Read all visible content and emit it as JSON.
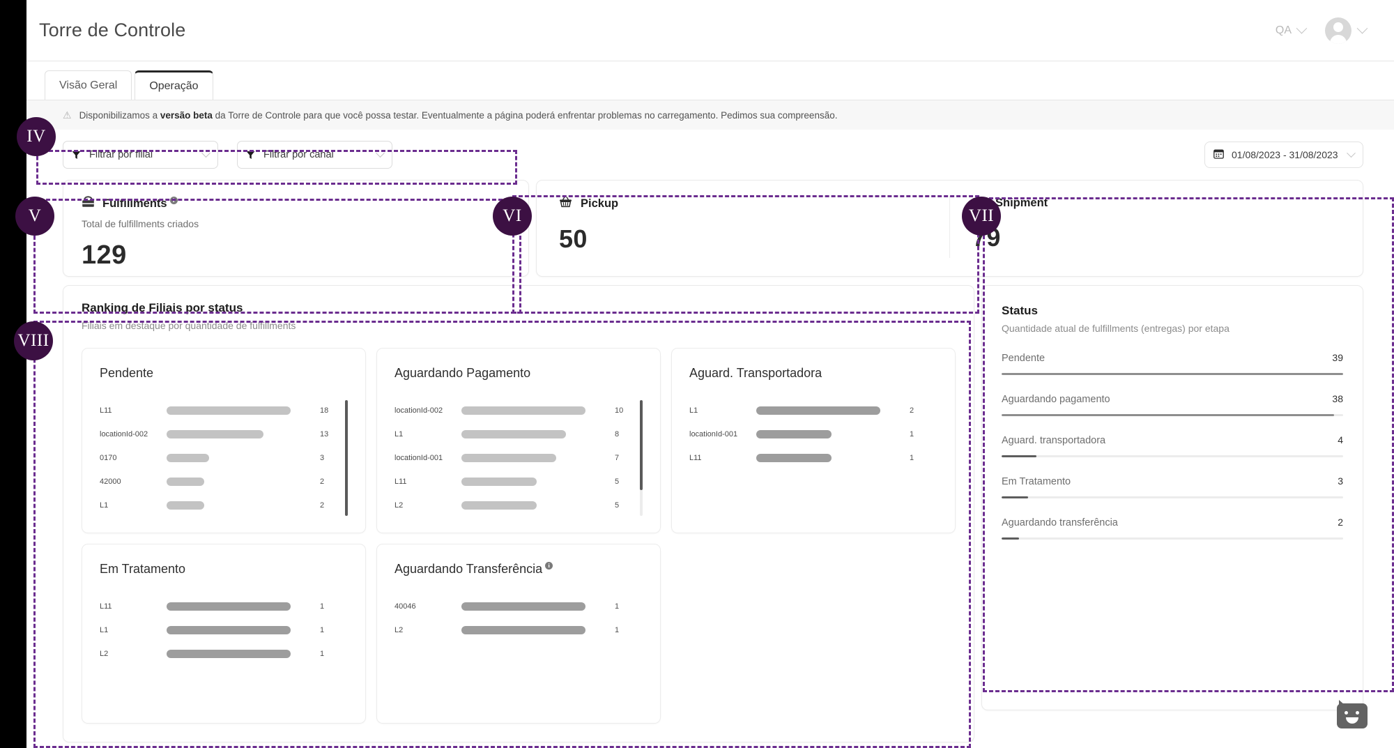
{
  "header": {
    "title": "Torre de Controle",
    "account_label": "QA"
  },
  "tabs": [
    {
      "label": "Visão Geral",
      "active": false
    },
    {
      "label": "Operação",
      "active": true
    }
  ],
  "banner": {
    "prefix": "Disponibilizamos a ",
    "bold": "versão beta",
    "suffix": " da Torre de Controle para que você possa testar. Eventualmente a página poderá enfrentar problemas no carregamento. Pedimos sua compreensão."
  },
  "filters": {
    "branch": "Filtrar por filial",
    "channel": "Filtrar por canal",
    "date_range": "01/08/2023 - 31/08/2023"
  },
  "fulfillments": {
    "title": "Fulfillments",
    "subtitle": "Total de fulfillments criados",
    "value": "129"
  },
  "channels": [
    {
      "label": "Pickup",
      "value": "50",
      "icon": "basket-icon"
    },
    {
      "label": "Shipment",
      "value": "79",
      "icon": "truck-icon"
    }
  ],
  "ranking": {
    "title": "Ranking de Filiais por status",
    "subtitle": "Filiais em destaque por quantidade de fulfillments"
  },
  "status_panel": {
    "title": "Status",
    "subtitle": "Quantidade atual de fulfillments (entregas) por etapa"
  },
  "annotations": [
    {
      "numeral": "IV"
    },
    {
      "numeral": "V"
    },
    {
      "numeral": "VI"
    },
    {
      "numeral": "VII"
    },
    {
      "numeral": "VIII"
    }
  ],
  "chart_data": [
    {
      "type": "bar",
      "title": "Pendente",
      "orientation": "horizontal",
      "categories": [
        "L11",
        "locationId-002",
        "0170",
        "42000",
        "L1"
      ],
      "values": [
        18,
        13,
        3,
        2,
        2
      ],
      "max": 18,
      "xlabel": "",
      "ylabel": "",
      "scrollbar": true
    },
    {
      "type": "bar",
      "title": "Aguardando Pagamento",
      "orientation": "horizontal",
      "categories": [
        "locationId-002",
        "L1",
        "locationId-001",
        "L11",
        "L2"
      ],
      "values": [
        10,
        8,
        7,
        5,
        5
      ],
      "max": 10,
      "xlabel": "",
      "ylabel": "",
      "scrollbar": true
    },
    {
      "type": "bar",
      "title": "Aguard. Transportadora",
      "orientation": "horizontal",
      "categories": [
        "L1",
        "locationId-001",
        "L11"
      ],
      "values": [
        2,
        1,
        1
      ],
      "max": 2,
      "xlabel": "",
      "ylabel": "",
      "scrollbar": false
    },
    {
      "type": "bar",
      "title": "Em Tratamento",
      "orientation": "horizontal",
      "categories": [
        "L11",
        "L1",
        "L2"
      ],
      "values": [
        1,
        1,
        1
      ],
      "max": 1,
      "xlabel": "",
      "ylabel": "",
      "scrollbar": false
    },
    {
      "type": "bar",
      "title": "Aguardando Transferência",
      "orientation": "horizontal",
      "categories": [
        "40046",
        "L2"
      ],
      "values": [
        1,
        1
      ],
      "max": 1,
      "xlabel": "",
      "ylabel": "",
      "scrollbar": false,
      "info_icon": true
    },
    {
      "type": "bar",
      "title": "Status",
      "orientation": "horizontal-track",
      "categories": [
        "Pendente",
        "Aguardando pagamento",
        "Aguard. transportadora",
        "Em Tratamento",
        "Aguardando transferência"
      ],
      "values": [
        39,
        38,
        4,
        3,
        2
      ],
      "max": 39,
      "xlabel": "",
      "ylabel": ""
    }
  ],
  "colors": {
    "annotation_ring": "#6b2d8f",
    "annotation_marker": "#3c1043",
    "bar": "#c3c3c3",
    "bar_dark": "#9d9d9d",
    "text_primary": "#1f1f1f",
    "text_muted": "#8b8b8b"
  }
}
